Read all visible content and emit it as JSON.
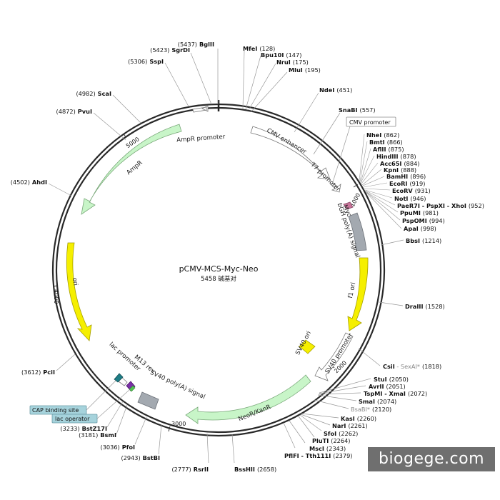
{
  "plasmid": {
    "name": "pCMV-MCS-Myc-Neo",
    "size_label": "5458 碱基对",
    "length_bp": 5458
  },
  "watermark": "biogege.com",
  "colors": {
    "backbone": "#2a2a2a",
    "ampr": "#c8f5c8",
    "ori": "#f5ef00",
    "white_arrow": "#ffffff",
    "gray_box": "#a3a9b0",
    "myc": "#c8759a",
    "cap_box": "#a6d3dc",
    "lac_op_box": "#a6d3dc",
    "teal_box": "#1e7d86",
    "purple_box": "#7a2ea8"
  },
  "ticks": [
    {
      "label": "1000"
    },
    {
      "label": "2000"
    },
    {
      "label": "3000"
    },
    {
      "label": "4000"
    },
    {
      "label": "5000"
    }
  ],
  "features": [
    {
      "name": "AmpR promoter",
      "kind": "white"
    },
    {
      "name": "AmpR",
      "kind": "green"
    },
    {
      "name": "CMV enhancer",
      "kind": "white"
    },
    {
      "name": "T7 promoter",
      "kind": "white"
    },
    {
      "name": "Myc",
      "kind": "pink"
    },
    {
      "name": "bGH poly(A) signal",
      "kind": "gray"
    },
    {
      "name": "f1 ori",
      "kind": "yellow"
    },
    {
      "name": "SV40 promoter",
      "kind": "white"
    },
    {
      "name": "SV40 ori",
      "kind": "yellow"
    },
    {
      "name": "NeoR/KanR",
      "kind": "green"
    },
    {
      "name": "SV40 poly(A) signal",
      "kind": "gray"
    },
    {
      "name": "ori",
      "kind": "yellow"
    },
    {
      "name": "M13 rev",
      "kind": "purple"
    },
    {
      "name": "lac promoter",
      "kind": "white"
    }
  ],
  "boxed_labels": {
    "cmv_promoter": "CMV promoter",
    "cap_binding_site": "CAP binding site",
    "lac_operator": "lac operator"
  },
  "sites": [
    {
      "name": "BglII",
      "pos": "(5437)"
    },
    {
      "name": "SgrDI",
      "pos": "(5423)"
    },
    {
      "name": "SspI",
      "pos": "(5306)"
    },
    {
      "name": "ScaI",
      "pos": "(4982)"
    },
    {
      "name": "PvuI",
      "pos": "(4872)"
    },
    {
      "name": "AhdI",
      "pos": "(4502)"
    },
    {
      "name": "PciI",
      "pos": "(3612)"
    },
    {
      "name": "BstZ17I",
      "pos": "(3233)"
    },
    {
      "name": "BsmI",
      "pos": "(3181)"
    },
    {
      "name": "PfoI",
      "pos": "(3036)"
    },
    {
      "name": "BstBI",
      "pos": "(2943)"
    },
    {
      "name": "RsrII",
      "pos": "(2777)"
    },
    {
      "name": "BssHII",
      "pos": "(2658)"
    },
    {
      "name": "PflFI - Tth111I",
      "pos": "(2379)"
    },
    {
      "name": "MscI",
      "pos": "(2343)"
    },
    {
      "name": "PluTI",
      "pos": "(2264)"
    },
    {
      "name": "SfoI",
      "pos": "(2262)"
    },
    {
      "name": "NarI",
      "pos": "(2261)"
    },
    {
      "name": "KasI",
      "pos": "(2260)"
    },
    {
      "name": "BsaBI*",
      "pos": "(2120)",
      "gray": true
    },
    {
      "name": "SmaI",
      "pos": "(2074)"
    },
    {
      "name": "TspMI - XmaI",
      "pos": "(2072)"
    },
    {
      "name": "AvrII",
      "pos": "(2051)"
    },
    {
      "name": "StuI",
      "pos": "(2050)"
    },
    {
      "name": "CsiI",
      "alt": " - SexAI*",
      "pos": "(1818)"
    },
    {
      "name": "DraIII",
      "pos": "(1528)"
    },
    {
      "name": "BbsI",
      "pos": "(1214)"
    },
    {
      "name": "ApaI",
      "pos": "(998)"
    },
    {
      "name": "PspOMI",
      "pos": "(994)"
    },
    {
      "name": "PpuMI",
      "pos": "(981)"
    },
    {
      "name": "PaeR7I - PspXI - XhoI",
      "pos": "(952)"
    },
    {
      "name": "NotI",
      "pos": "(946)"
    },
    {
      "name": "EcoRV",
      "pos": "(931)"
    },
    {
      "name": "EcoRI",
      "pos": "(919)"
    },
    {
      "name": "BamHI",
      "pos": "(896)"
    },
    {
      "name": "KpnI",
      "pos": "(888)"
    },
    {
      "name": "Acc65I",
      "pos": "(884)"
    },
    {
      "name": "HindIII",
      "pos": "(878)"
    },
    {
      "name": "AflII",
      "pos": "(875)"
    },
    {
      "name": "BmtI",
      "pos": "(866)"
    },
    {
      "name": "NheI",
      "pos": "(862)"
    },
    {
      "name": "SnaBI",
      "pos": "(557)"
    },
    {
      "name": "NdeI",
      "pos": "(451)"
    },
    {
      "name": "MluI",
      "pos": "(195)"
    },
    {
      "name": "NruI",
      "pos": "(175)"
    },
    {
      "name": "Bpu10I",
      "pos": "(147)"
    },
    {
      "name": "MfeI",
      "pos": "(128)"
    }
  ]
}
